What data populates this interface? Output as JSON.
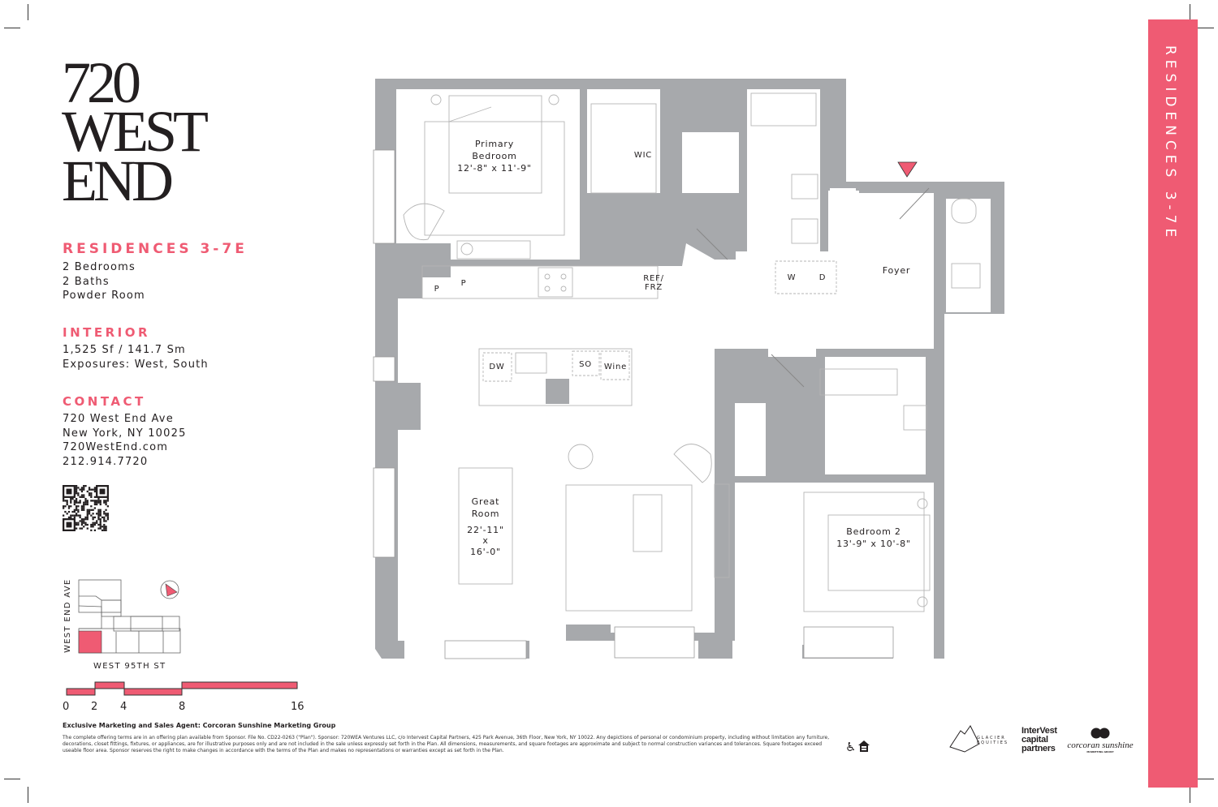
{
  "brand": {
    "logo_lines": [
      "720",
      "WEST",
      "END"
    ]
  },
  "residence": {
    "title": "RESIDENCES 3-7E",
    "details": [
      "2 Bedrooms",
      "2 Baths",
      "Powder Room"
    ]
  },
  "interior": {
    "heading": "INTERIOR",
    "area": "1,525 Sf / 141.7 Sm",
    "exposures": "Exposures: West, South"
  },
  "contact": {
    "heading": "CONTACT",
    "lines": [
      "720 West End Ave",
      "New York, NY 10025",
      "720WestEnd.com",
      "212.914.7720"
    ]
  },
  "key_plan": {
    "street_left": "WEST END AVE",
    "street_bottom": "WEST 95TH ST"
  },
  "scale_bar": {
    "ticks": [
      "0",
      "2",
      "4",
      "8",
      "16"
    ]
  },
  "plan": {
    "primary_bedroom": {
      "name_1": "Primary",
      "name_2": "Bedroom",
      "dims": "12'-8\" x 11'-9\""
    },
    "wic": "WIC",
    "foyer": "Foyer",
    "washer": "W",
    "dryer": "D",
    "pantry_1": "P",
    "pantry_2": "P",
    "ref_1": "REF/",
    "ref_2": "FRZ",
    "dw": "DW",
    "so": "SO",
    "wine": "Wine",
    "great_room": {
      "name_1": "Great",
      "name_2": "Room",
      "dims_1": "22'-11\"",
      "dims_x": "x",
      "dims_2": "16'-0\""
    },
    "bedroom2": {
      "name": "Bedroom 2",
      "dims": "13'-9\" x 10'-8\""
    }
  },
  "sidebar_band": {
    "text": "RESIDENCES 3-7E"
  },
  "footer": {
    "agent": "Exclusive Marketing and Sales Agent: Corcoran Sunshine Marketing Group",
    "legal": "The complete offering terms are in an offering plan available from Sponsor. File No. CD22-0263 (\"Plan\"). Sponsor: 720WEA Ventures LLC, c/o Intervest Capital Partners, 425 Park Avenue, 36th Floor, New York, NY 10022. Any depictions of personal or condominium property, including without limitation any furniture, decorations, closet fittings, fixtures, or appliances, are for illustrative purposes only and are not included in the sale unless expressly set forth in the Plan. All dimensions, measurements, and square footages are approximate and subject to normal construction variances and tolerances. Square footages exceed useable floor area. Sponsor reserves the right to make changes in accordance with the terms of the Plan and makes no representations or warranties except as set forth in the Plan.",
    "logos": {
      "glacier": [
        "GLACIER",
        "EQUITIES"
      ],
      "intervest": [
        "InterVest",
        "capital",
        "partners"
      ],
      "corcoran": "corcoran sunshine",
      "corcoran_sub": "MARKETING GROUP"
    },
    "icons": [
      "accessibility-icon",
      "equal-housing-icon"
    ]
  },
  "colors": {
    "accent": "#ef5b73",
    "wall": "#a7a9ac",
    "text": "#231f20"
  }
}
